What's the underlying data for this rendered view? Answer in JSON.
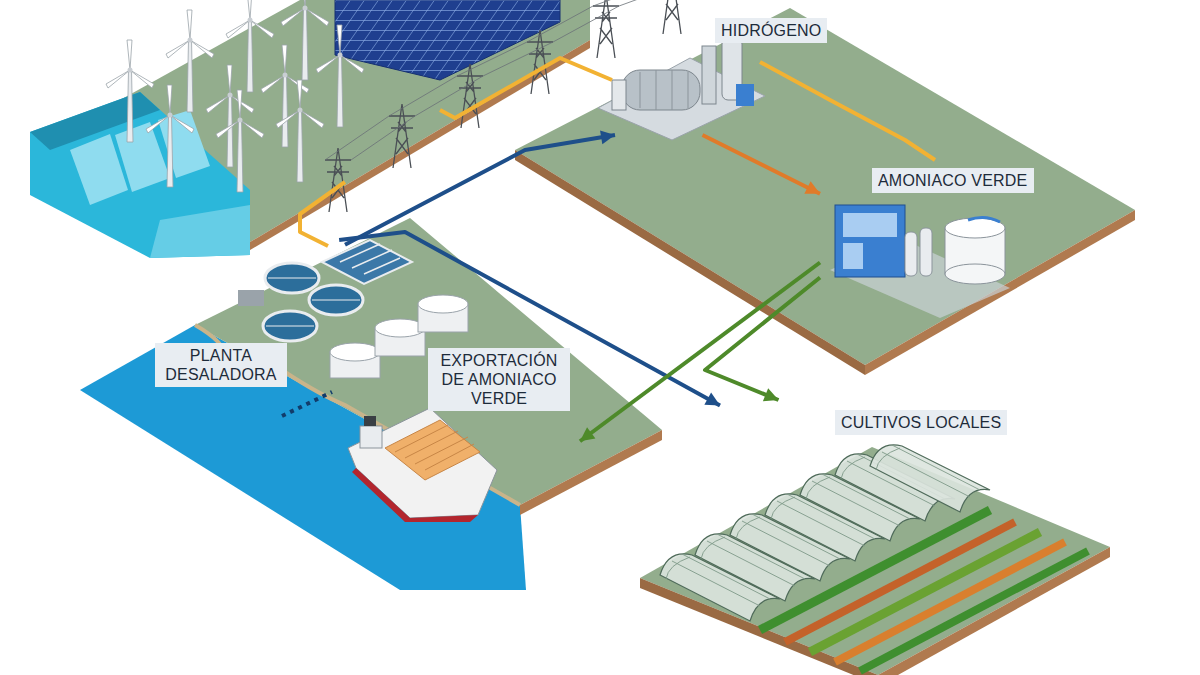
{
  "diagram": {
    "nodes": [
      {
        "text": [
          "HIDRÓGENO"
        ]
      },
      {
        "text": [
          "AMONIACO VERDE"
        ]
      },
      {
        "text": [
          "PLANTA DESALADORA"
        ]
      },
      {
        "text": [
          "EXPORTACIÓN DE AMONIACO VERDE"
        ]
      },
      {
        "text": [
          "CULTIVOS LOCALES"
        ]
      }
    ],
    "edges": [
      {
        "from": 2,
        "to": 0,
        "arrow": "to"
      },
      {
        "from": 2,
        "to": 4,
        "arrow": "to"
      },
      {
        "from": 0,
        "to": 1,
        "arrow": "to"
      },
      {
        "from": 1,
        "to": 3,
        "arrow": "to"
      },
      {
        "from": 1,
        "to": 4,
        "arrow": "to"
      }
    ]
  }
}
